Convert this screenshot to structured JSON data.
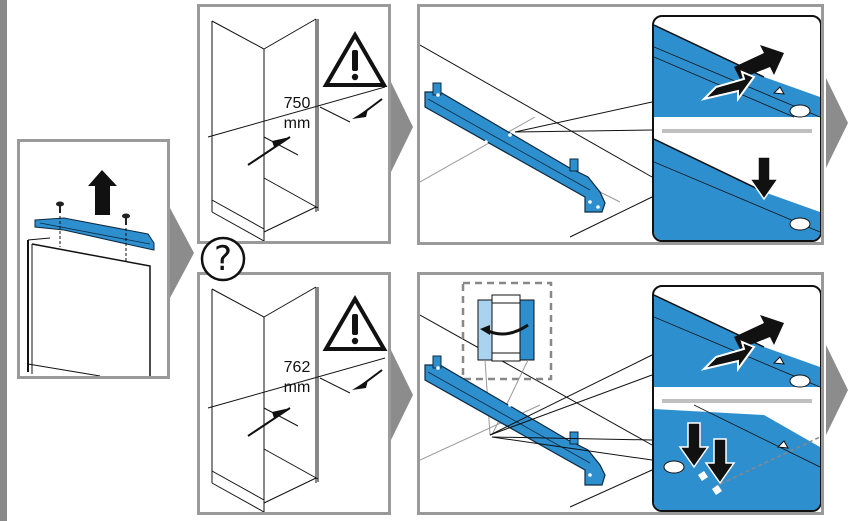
{
  "diagram": {
    "title_text": "",
    "colors": {
      "bracket_blue": "#2e8fcf",
      "bracket_light_blue": "#a9d3ee",
      "frame_gray": "#9a9a9a",
      "chevron_gray": "#8c8c8c",
      "ink": "#111111",
      "separator_gray": "#c0c0c0"
    },
    "steps": {
      "remove_bracket": {
        "icon": "arrow-up-icon"
      },
      "branch_symbol": "?",
      "option_a": {
        "dimension_value": "750",
        "dimension_unit": "mm",
        "warning_icon": "warning-icon",
        "detail_arrows": [
          "align-arrows",
          "down-arrow"
        ]
      },
      "option_b": {
        "dimension_value": "762",
        "dimension_unit": "mm",
        "warning_icon": "warning-icon",
        "detail_arrows": [
          "align-arrows",
          "double-down-arrow"
        ],
        "inset_icon": "rotate-arrow-icon"
      }
    }
  }
}
